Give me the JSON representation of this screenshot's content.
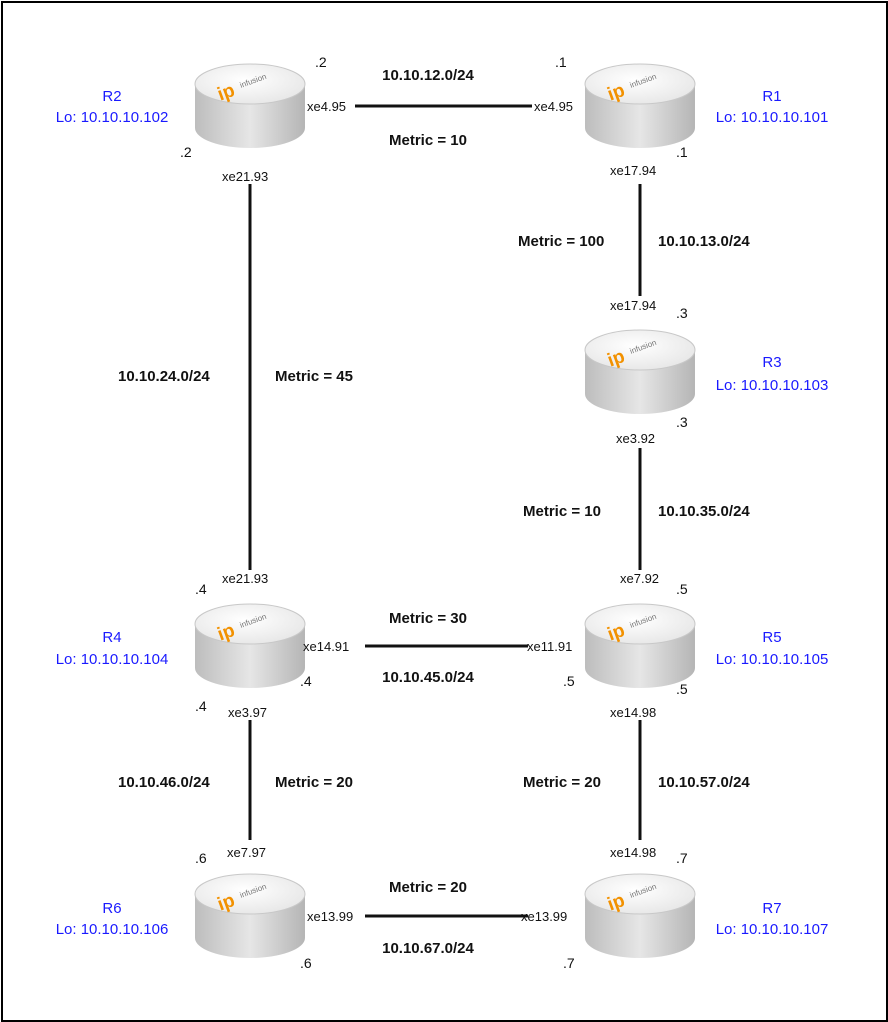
{
  "diagram": {
    "routers": [
      {
        "id": "R1",
        "name": "R1",
        "loopback": "Lo: 10.10.10.101",
        "logo_mark": "ip",
        "logo_text": "infusion"
      },
      {
        "id": "R2",
        "name": "R2",
        "loopback": "Lo: 10.10.10.102",
        "logo_mark": "ip",
        "logo_text": "infusion"
      },
      {
        "id": "R3",
        "name": "R3",
        "loopback": "Lo: 10.10.10.103",
        "logo_mark": "ip",
        "logo_text": "infusion"
      },
      {
        "id": "R4",
        "name": "R4",
        "loopback": "Lo: 10.10.10.104",
        "logo_mark": "ip",
        "logo_text": "infusion"
      },
      {
        "id": "R5",
        "name": "R5",
        "loopback": "Lo: 10.10.10.105",
        "logo_mark": "ip",
        "logo_text": "infusion"
      },
      {
        "id": "R6",
        "name": "R6",
        "loopback": "Lo: 10.10.10.106",
        "logo_mark": "ip",
        "logo_text": "infusion"
      },
      {
        "id": "R7",
        "name": "R7",
        "loopback": "Lo: 10.10.10.107",
        "logo_mark": "ip",
        "logo_text": "infusion"
      }
    ],
    "links": [
      {
        "from": "R2",
        "to": "R1",
        "subnet": "10.10.12.0/24",
        "metric": "Metric = 10",
        "from_if": "xe4.95",
        "to_if": "xe4.95",
        "from_host": ".2",
        "to_host": ".1",
        "metric_color": "#111111"
      },
      {
        "from": "R1",
        "to": "R3",
        "subnet": "10.10.13.0/24",
        "metric": "Metric = 100",
        "from_if": "xe17.94",
        "to_if": "xe17.94",
        "from_host": ".1",
        "to_host": ".3",
        "metric_color": "#ff1a1a"
      },
      {
        "from": "R2",
        "to": "R4",
        "subnet": "10.10.24.0/24",
        "metric": "Metric = 45",
        "from_if": "xe21.93",
        "to_if": "xe21.93",
        "from_host": ".2",
        "to_host": ".4",
        "metric_color": "#111111"
      },
      {
        "from": "R3",
        "to": "R5",
        "subnet": "10.10.35.0/24",
        "metric": "Metric = 10",
        "from_if": "xe3.92",
        "to_if": "xe7.92",
        "from_host": ".3",
        "to_host": ".5",
        "metric_color": "#111111"
      },
      {
        "from": "R4",
        "to": "R5",
        "subnet": "10.10.45.0/24",
        "metric": "Metric = 30",
        "from_if": "xe14.91",
        "to_if": "xe11.91",
        "from_host": ".4",
        "to_host": ".5",
        "metric_color": "#111111"
      },
      {
        "from": "R4",
        "to": "R6",
        "subnet": "10.10.46.0/24",
        "metric": "Metric = 20",
        "from_if": "xe3.97",
        "to_if": "xe7.97",
        "from_host": ".4",
        "to_host": ".6",
        "metric_color": "#111111"
      },
      {
        "from": "R5",
        "to": "R7",
        "subnet": "10.10.57.0/24",
        "metric": "Metric = 20",
        "from_if": "xe14.98",
        "to_if": "xe14.98",
        "from_host": ".5",
        "to_host": ".7",
        "metric_color": "#111111"
      },
      {
        "from": "R6",
        "to": "R7",
        "subnet": "10.10.67.0/24",
        "metric": "Metric = 20",
        "from_if": "xe13.99",
        "to_if": "xe13.99",
        "from_host": ".6",
        "to_host": ".7",
        "metric_color": "#111111"
      }
    ],
    "colors": {
      "router_label": "#1a1aff",
      "logo_accent": "#f29100"
    }
  }
}
